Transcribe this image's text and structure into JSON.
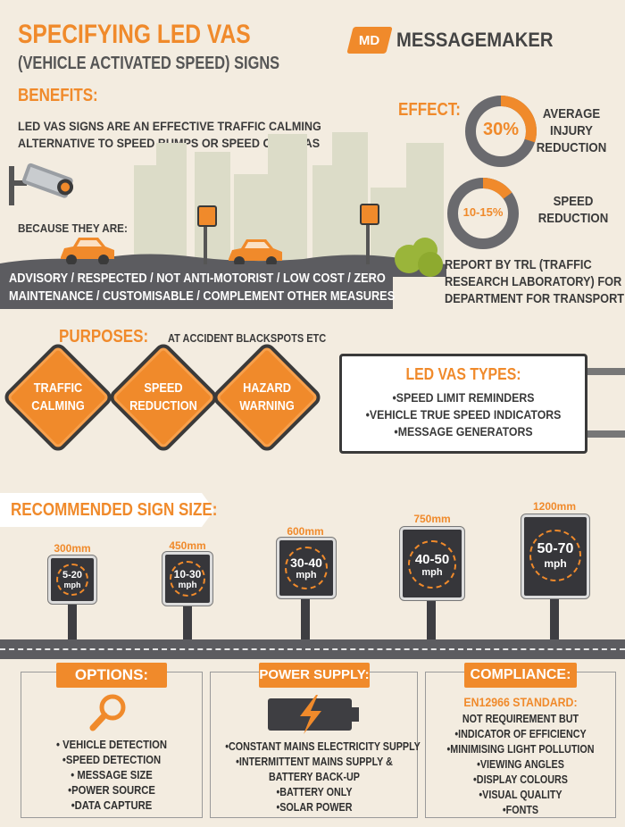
{
  "header": {
    "title": "SPECIFYING LED VAS",
    "subtitle": "(VEHICLE ACTIVATED SPEED) SIGNS",
    "logo_mark": "MD",
    "logo_text": "MESSAGEMAKER"
  },
  "benefits": {
    "heading": "BENEFITS:",
    "intro_line1": "LED VAS SIGNS ARE AN EFFECTIVE TRAFFIC CALMING",
    "intro_line2": "ALTERNATIVE TO SPEED BUMPS OR SPEED CAMERAS",
    "because": "BECAUSE THEY ARE:",
    "road_line1": "ADVISORY / RESPECTED / NOT ANTI-MOTORIST / LOW COST / ZERO",
    "road_line2": "MAINTENANCE / CUSTOMISABLE / COMPLEMENT OTHER MEASURES"
  },
  "effect": {
    "heading": "EFFECT:",
    "stat1": {
      "value": "30%",
      "label_line1": "AVERAGE",
      "label_line2": "INJURY",
      "label_line3": "REDUCTION",
      "fraction": 0.3
    },
    "stat2": {
      "value": "10-15%",
      "label_line1": "SPEED",
      "label_line2": "REDUCTION",
      "fraction": 0.15
    },
    "source_line1": "REPORT BY TRL (TRAFFIC",
    "source_line2": "RESEARCH LABORATORY) FOR",
    "source_line3": "DEPARTMENT FOR TRANSPORT"
  },
  "purposes": {
    "heading": "PURPOSES:",
    "note": "AT ACCIDENT BLACKSPOTS ETC",
    "signs": [
      {
        "line1": "TRAFFIC",
        "line2": "CALMING"
      },
      {
        "line1": "SPEED",
        "line2": "REDUCTION"
      },
      {
        "line1": "HAZARD",
        "line2": "WARNING"
      }
    ]
  },
  "types": {
    "heading": "LED VAS TYPES:",
    "items": [
      "•SPEED LIMIT REMINDERS",
      "•VEHICLE TRUE SPEED INDICATORS",
      "•MESSAGE GENERATORS"
    ]
  },
  "sizes": {
    "heading": "RECOMMENDED SIGN SIZE:",
    "signs": [
      {
        "size": "300mm",
        "speed": "5-20",
        "unit": "mph"
      },
      {
        "size": "450mm",
        "speed": "10-30",
        "unit": "mph"
      },
      {
        "size": "600mm",
        "speed": "30-40",
        "unit": "mph"
      },
      {
        "size": "750mm",
        "speed": "40-50",
        "unit": "mph"
      },
      {
        "size": "1200mm",
        "speed": "50-70",
        "unit": "mph"
      }
    ]
  },
  "options": {
    "heading": "OPTIONS:",
    "icon": "magnifier-icon",
    "items": [
      "• VEHICLE DETECTION",
      "•SPEED DETECTION",
      "• MESSAGE SIZE",
      "•POWER SOURCE",
      "•DATA CAPTURE"
    ]
  },
  "power": {
    "heading": "POWER SUPPLY:",
    "icon": "battery-lightning-icon",
    "items": [
      "•CONSTANT MAINS ELECTRICITY SUPPLY",
      "•INTERMITTENT MAINS SUPPLY &",
      "BATTERY BACK-UP",
      "•BATTERY ONLY",
      "•SOLAR POWER"
    ]
  },
  "compliance": {
    "heading": "COMPLIANCE:",
    "standard": "EN12966 STANDARD:",
    "items": [
      "NOT REQUIREMENT BUT",
      "•INDICATOR OF EFFICIENCY",
      "•MINIMISING LIGHT POLLUTION",
      "•VIEWING ANGLES",
      "•DISPLAY COLOURS",
      "•VISUAL QUALITY",
      "•FONTS"
    ]
  },
  "colors": {
    "accent": "#f08a2b",
    "dark": "#3a3a3a",
    "background": "#f3ece0",
    "road": "#5c5c60"
  }
}
